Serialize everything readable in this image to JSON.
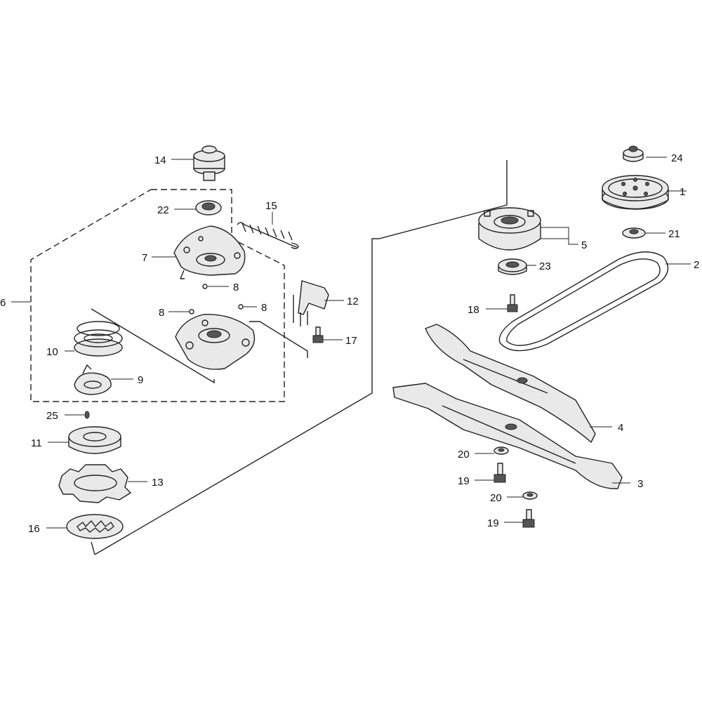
{
  "callouts": [
    {
      "id": "c1",
      "text": "1"
    },
    {
      "id": "c2",
      "text": "2"
    },
    {
      "id": "c3",
      "text": "3"
    },
    {
      "id": "c4",
      "text": "4"
    },
    {
      "id": "c5",
      "text": "5"
    },
    {
      "id": "c6",
      "text": "6"
    },
    {
      "id": "c7",
      "text": "7"
    },
    {
      "id": "c8a",
      "text": "8"
    },
    {
      "id": "c8b",
      "text": "8"
    },
    {
      "id": "c8c",
      "text": "8"
    },
    {
      "id": "c9",
      "text": "9"
    },
    {
      "id": "c10",
      "text": "10"
    },
    {
      "id": "c11",
      "text": "11"
    },
    {
      "id": "c12",
      "text": "12"
    },
    {
      "id": "c13",
      "text": "13"
    },
    {
      "id": "c14",
      "text": "14"
    },
    {
      "id": "c15",
      "text": "15"
    },
    {
      "id": "c16",
      "text": "16"
    },
    {
      "id": "c17",
      "text": "17"
    },
    {
      "id": "c18",
      "text": "18"
    },
    {
      "id": "c19a",
      "text": "19"
    },
    {
      "id": "c19b",
      "text": "19"
    },
    {
      "id": "c20a",
      "text": "20"
    },
    {
      "id": "c20b",
      "text": "20"
    },
    {
      "id": "c21",
      "text": "21"
    },
    {
      "id": "c22",
      "text": "22"
    },
    {
      "id": "c23",
      "text": "23"
    },
    {
      "id": "c24",
      "text": "24"
    },
    {
      "id": "c25",
      "text": "25"
    }
  ]
}
